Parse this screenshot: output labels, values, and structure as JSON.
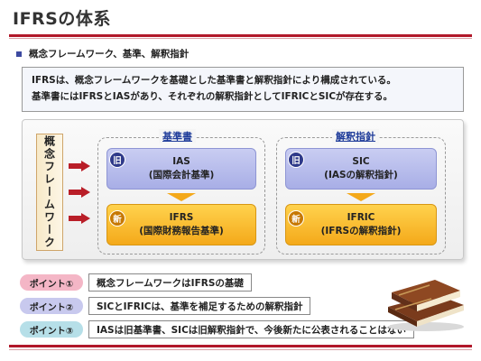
{
  "title": "IFRSの体系",
  "subhead": "概念フレームワーク、基準、解釈指針",
  "intro": {
    "line1": "IFRSは、概念フレームワークを基礎とした基準書と解釈指針により構成されている。",
    "line2": "基準書にはIFRSとIASがあり、それぞれの解釈指針としてIFRICとSICが存在する。"
  },
  "framework_label": "概念フレームワーク",
  "groups": [
    {
      "label": "基準書",
      "old": {
        "badge": "旧",
        "name": "IAS",
        "desc": "(国際会計基準)"
      },
      "new": {
        "badge": "新",
        "name": "IFRS",
        "desc": "(国際財務報告基準)"
      }
    },
    {
      "label": "解釈指針",
      "old": {
        "badge": "旧",
        "name": "SIC",
        "desc": "(IASの解釈指針)"
      },
      "new": {
        "badge": "新",
        "name": "IFRIC",
        "desc": "(IFRSの解釈指針)"
      }
    }
  ],
  "points": [
    {
      "label": "ポイント①",
      "text": "概念フレームワークはIFRSの基礎",
      "color": "#f4b6c6"
    },
    {
      "label": "ポイント②",
      "text": "SICとIFRICは、基準を補足するための解釈指針",
      "color": "#c8c9ee"
    },
    {
      "label": "ポイント③",
      "text": "IASは旧基準書、SICは旧解釈指針で、今後新たに公表されることはない",
      "color": "#b6dfe8"
    }
  ],
  "colors": {
    "accent_red": "#b1182a",
    "arrow_red": "#b91e28",
    "old_standard": "#a8aee6",
    "new_standard": "#f4a91a",
    "group_label": "#1f3c9a"
  },
  "icons": {
    "books": "books-icon",
    "bullet": "square-bullet-icon"
  }
}
